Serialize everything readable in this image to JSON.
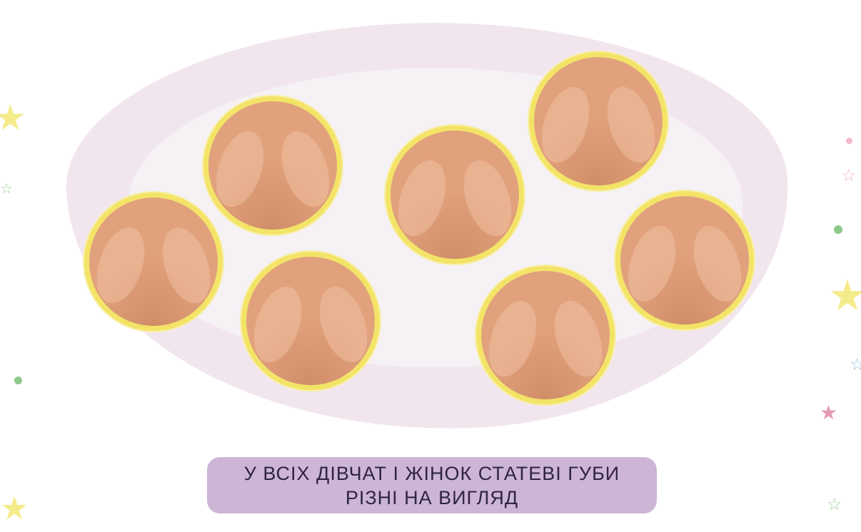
{
  "caption": {
    "line1": "У ВСІХ ДІВЧАТ І ЖІНОК СТАТЕВІ ГУБИ",
    "line2": "РІЗНІ НА ВИГЛЯД"
  },
  "colors": {
    "background_blob": "#f2e6ee",
    "disc_fill": "#e1a17c",
    "disc_border": "#f3e468",
    "caption_bg": "#cdb5d5"
  },
  "illustrations_count": 7
}
